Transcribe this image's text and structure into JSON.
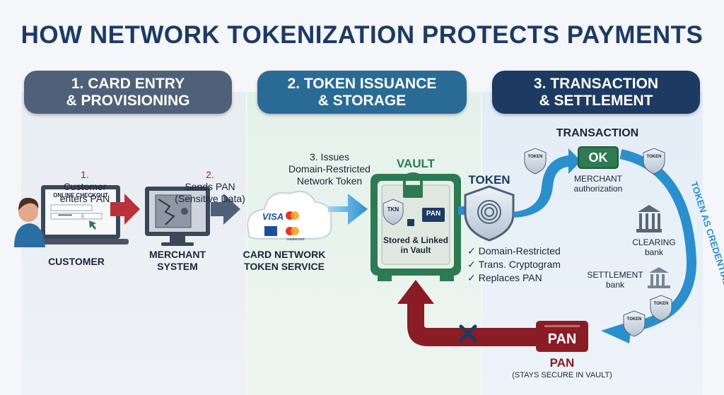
{
  "title": "HOW NETWORK TOKENIZATION PROTECTS PAYMENTS",
  "steps": [
    {
      "label": "1. CARD ENTRY\n& PROVISIONING"
    },
    {
      "label": "2. TOKEN ISSUANCE\n& STORAGE"
    },
    {
      "label": "3. TRANSACTION\n& SETTLEMENT"
    }
  ],
  "flow": {
    "customer_note_num": "1.",
    "customer_note": "Customer\nenters PAN",
    "sends_note_num": "2.",
    "sends_note": "Sends PAN\n(Sensitive Data)",
    "issues_note": "3. Issues\nDomain-Restricted\nNetwork Token",
    "customer_label": "CUSTOMER",
    "merchant_label": "MERCHANT\nSYSTEM",
    "network_label": "CARD NETWORK\nTOKEN SERVICE",
    "checkout_title": "ONLINE CHECKOUT",
    "checkout_field": "•••••••",
    "visa": "VISA",
    "mastercard": "mastercard"
  },
  "vault": {
    "label": "VAULT",
    "tkn": "TKN",
    "pan": "PAN",
    "stored": "Stored & Linked\nin Vault"
  },
  "token": {
    "label": "TOKEN",
    "features": [
      "Domain-Restricted",
      "Trans. Cryptogram",
      "Replaces PAN"
    ]
  },
  "transaction": {
    "label": "TRANSACTION",
    "ok": "OK",
    "merchant_auth": "MERCHANT\nauthorization",
    "clearing": "CLEARING\nbank",
    "settlement": "SETTLEMENT\nbank",
    "credential": "TOKEN AS CREDENTIAL",
    "badge": "TOKEN"
  },
  "pan_box": {
    "label": "PAN",
    "title": "PAN",
    "note": "(STAYS SECURE IN VAULT)"
  },
  "colors": {
    "navy": "#1d3a63",
    "slate": "#4f6178",
    "teal": "#2a6b95",
    "vault_green": "#2e7a53",
    "red": "#8a1c26",
    "blue": "#2b8fce"
  }
}
